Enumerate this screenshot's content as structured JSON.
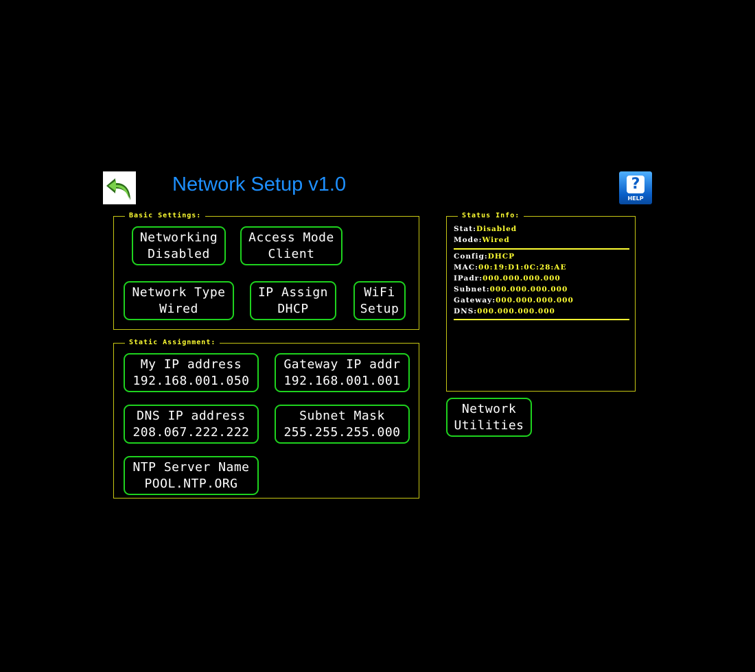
{
  "header": {
    "title": "Network Setup v1.0",
    "back_icon": "back-arrow-icon",
    "help_icon": "help-icon",
    "help_label": "HELP"
  },
  "basic_settings": {
    "label": "Basic Settings:",
    "networking": {
      "line1": "Networking",
      "line2": "Disabled"
    },
    "access_mode": {
      "line1": "Access Mode",
      "line2": "Client"
    },
    "network_type": {
      "line1": "Network Type",
      "line2": "Wired"
    },
    "ip_assign": {
      "line1": "IP Assign",
      "line2": "DHCP"
    },
    "wifi_setup": {
      "line1": "WiFi",
      "line2": "Setup"
    }
  },
  "static_assignment": {
    "label": "Static Assignment:",
    "my_ip": {
      "line1": "My IP address",
      "line2": "192.168.001.050"
    },
    "gateway_ip": {
      "line1": "Gateway IP addr",
      "line2": "192.168.001.001"
    },
    "dns_ip": {
      "line1": "DNS IP address",
      "line2": "208.067.222.222"
    },
    "subnet_mask": {
      "line1": "Subnet Mask",
      "line2": "255.255.255.000"
    },
    "ntp_server": {
      "line1": "NTP Server Name",
      "line2": "POOL.NTP.ORG"
    }
  },
  "status_info": {
    "label": "Status Info:",
    "stat": {
      "key": "Stat:",
      "value": "Disabled"
    },
    "mode": {
      "key": "Mode:",
      "value": "Wired"
    },
    "config": {
      "key": "Config:",
      "value": "DHCP"
    },
    "mac": {
      "key": "MAC:",
      "value": "00:19:D1:0C:28:AE"
    },
    "ipadr": {
      "key": "IPadr:",
      "value": "000.000.000.000"
    },
    "subnet": {
      "key": "Subnet:",
      "value": "000.000.000.000"
    },
    "gateway": {
      "key": "Gateway:",
      "value": "000.000.000.000"
    },
    "dns": {
      "key": "DNS:",
      "value": "000.000.000.000"
    }
  },
  "network_utilities": {
    "line1": "Network",
    "line2": "Utilities"
  },
  "colors": {
    "background": "#000000",
    "title": "#1e90ff",
    "button_border": "#1ed21e",
    "group_border": "#c8c814",
    "status_value": "#ffff32",
    "text": "#ffffff"
  }
}
